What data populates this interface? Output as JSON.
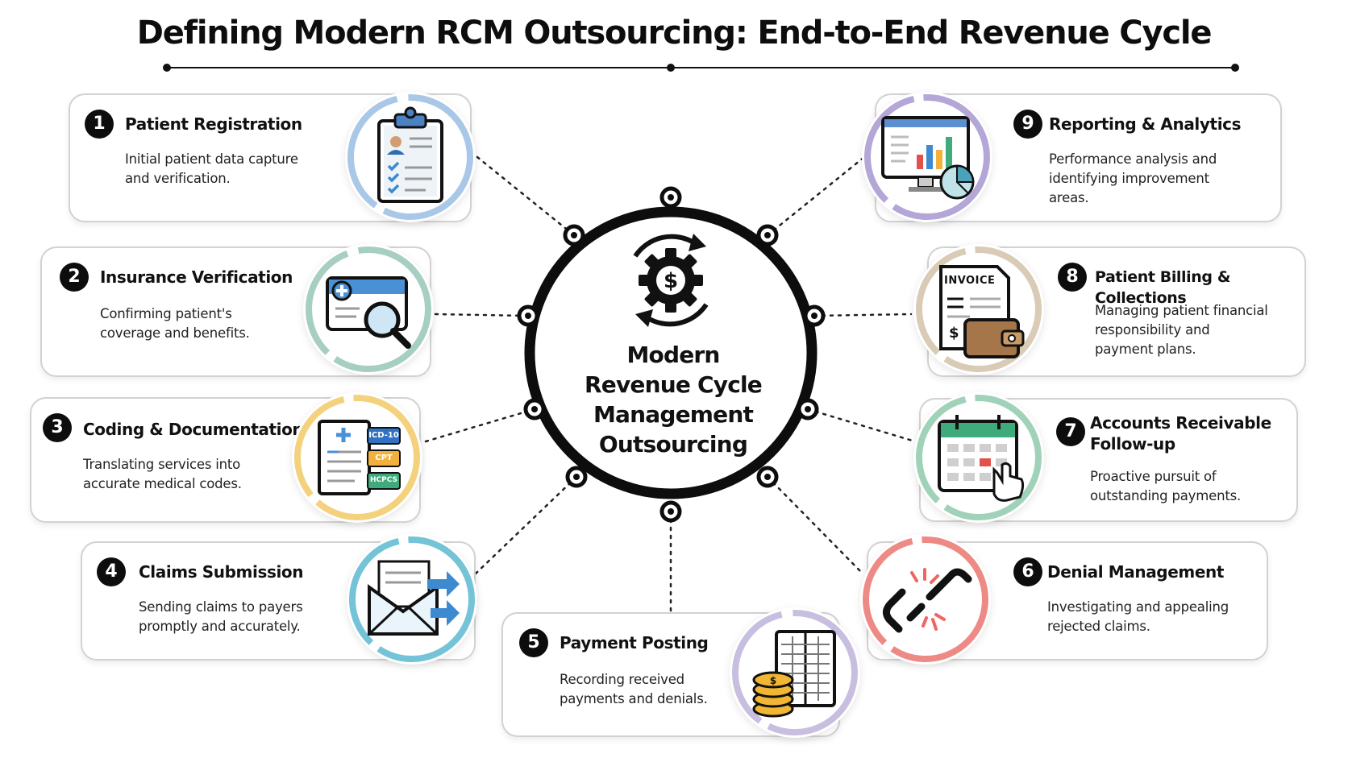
{
  "title": "Defining Modern RCM Outsourcing: End-to-End Revenue Cycle",
  "hub": {
    "lines": [
      "Modern",
      "Revenue Cycle",
      "Management",
      "Outsourcing"
    ],
    "icon": "gear-dollar-cycle-icon"
  },
  "steps": [
    {
      "num": "1",
      "title": "Patient Registration",
      "desc": [
        "Initial patient data capture",
        "and verification."
      ],
      "icon": "clipboard-patient-icon",
      "ring_color": "#a9c7e6"
    },
    {
      "num": "2",
      "title": "Insurance Verification",
      "desc": [
        "Confirming patient's",
        "coverage and benefits."
      ],
      "icon": "insurance-card-magnifier-icon",
      "ring_color": "#a6cfc1"
    },
    {
      "num": "3",
      "title": "Coding & Documentation",
      "desc": [
        "Translating services into",
        "accurate medical codes."
      ],
      "icon": "medical-codes-document-icon",
      "ring_color": "#f4d27d",
      "codes": [
        "ICD-10",
        "CPT",
        "HCPCS"
      ]
    },
    {
      "num": "4",
      "title": "Claims Submission",
      "desc": [
        "Sending claims to payers",
        "promptly and accurately."
      ],
      "icon": "envelope-send-icon",
      "ring_color": "#74c3d6"
    },
    {
      "num": "5",
      "title": "Payment Posting",
      "desc": [
        "Recording received",
        "payments and denials."
      ],
      "icon": "coins-ledger-icon",
      "ring_color": "#c7bee0"
    },
    {
      "num": "6",
      "title": "Denial Management",
      "desc": [
        "Investigating and appealing",
        "rejected claims."
      ],
      "icon": "broken-chain-icon",
      "ring_color": "#ee8a86"
    },
    {
      "num": "7",
      "title": "Accounts Receivable",
      "title2": "Follow-up",
      "desc": [
        "Proactive pursuit of",
        "outstanding payments."
      ],
      "icon": "calendar-click-icon",
      "ring_color": "#9fd2b8"
    },
    {
      "num": "8",
      "title": "Patient Billing & Collections",
      "desc": [
        "Managing patient financial",
        "responsibility and",
        "payment plans."
      ],
      "icon": "invoice-wallet-icon",
      "ring_color": "#d9cbb5",
      "invoice_label": "INVOICE"
    },
    {
      "num": "9",
      "title": "Reporting & Analytics",
      "desc": [
        "Performance analysis and",
        "identifying improvement",
        "areas."
      ],
      "icon": "analytics-monitor-icon",
      "ring_color": "#b4a6d6"
    }
  ],
  "colors": {
    "card_border": "#d2d2d2",
    "number_badge": "#0d0d0d",
    "hub_ring": "#0d0d0d"
  }
}
